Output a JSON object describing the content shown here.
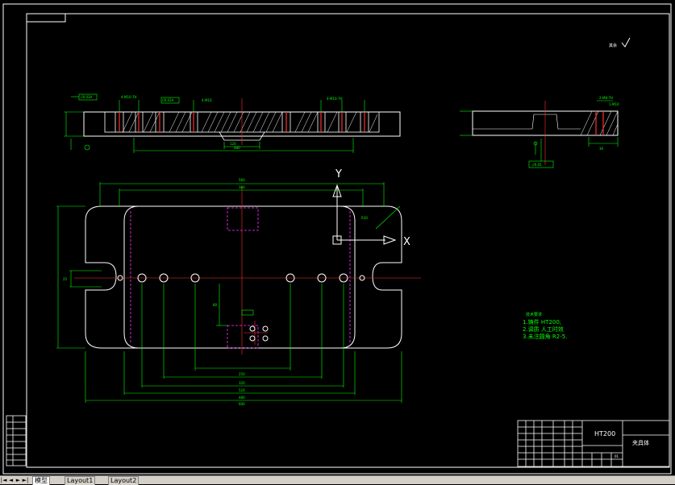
{
  "drawing": {
    "axis_y_label": "Y",
    "axis_x_label": "X",
    "roughness_label": "其余",
    "material": "HT200",
    "part_name": "夹具体",
    "sheet_number": "01",
    "tech_requirements": {
      "heading": "技术要求",
      "items": [
        "1.铸件 HT200;",
        "2.调质 人工时效",
        "3.未注圆角 R2-5."
      ]
    },
    "dims": {
      "top_span": "560",
      "inner_span": "380",
      "hole_spacing_a": "600",
      "hole_spacing_b": "250",
      "overall_span_1": "524",
      "overall_span_2": "320",
      "overall_span_3": "480",
      "slot_dim": "25",
      "vertical_dim": "80",
      "radius_dim": "R30",
      "right_dim": "30"
    }
  },
  "tabs": {
    "model": "模型",
    "layout1": "Layout1",
    "layout2": "Layout2"
  },
  "nav": {
    "first": "|◄",
    "prev": "◄",
    "next": "►",
    "last": "►|"
  }
}
